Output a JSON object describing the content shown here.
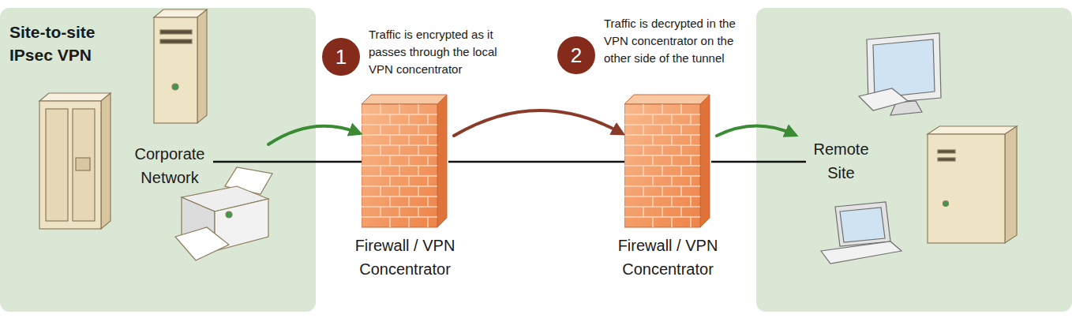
{
  "diagram": {
    "nodes": [
      {
        "text": [
          "Site-to-site IPsec VPN",
          "Corporate Network"
        ]
      },
      {
        "text": [
          "Firewall / VPN Concentrator"
        ]
      },
      {
        "text": [
          "Firewall / VPN Concentrator"
        ]
      },
      {
        "text": [
          "Remote Site"
        ]
      },
      {
        "text": [
          "1"
        ]
      },
      {
        "text": [
          "2"
        ]
      }
    ],
    "edges": [
      {
        "from": 0,
        "to": 1,
        "arrow": "to"
      },
      {
        "from": 1,
        "to": 2,
        "arrow": "to"
      },
      {
        "from": 2,
        "to": 3,
        "arrow": "to"
      }
    ],
    "labels": [
      "Traffic is encrypted as it passes through the local VPN concentrator",
      "Traffic is decrypted in the VPN concentrator on the other side of the tunnel"
    ]
  }
}
